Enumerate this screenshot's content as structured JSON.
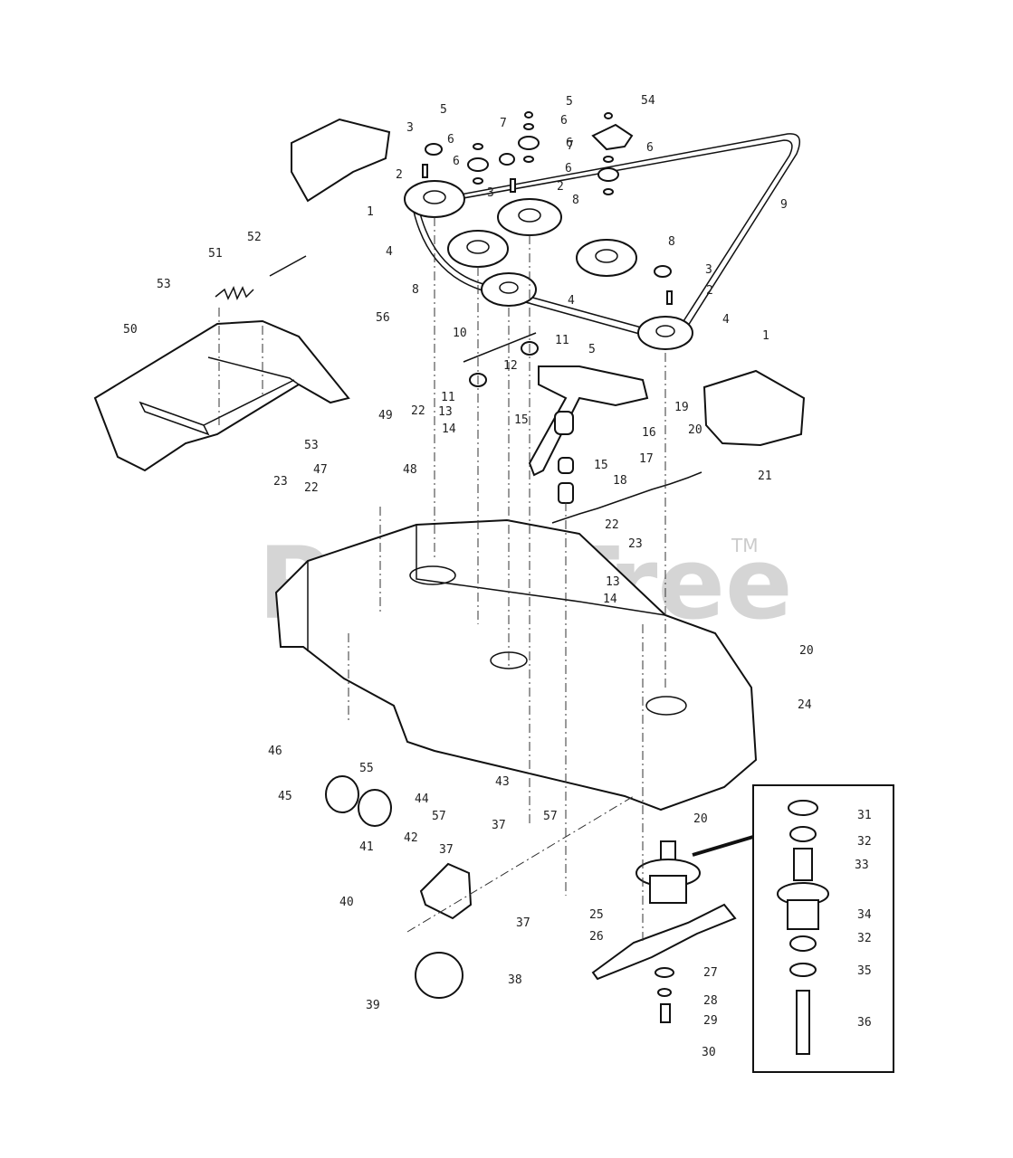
{
  "watermark": {
    "text": "PartsTree",
    "trademark": "TM"
  },
  "callouts": [
    {
      "n": "1"
    },
    {
      "n": "1"
    },
    {
      "n": "2"
    },
    {
      "n": "2"
    },
    {
      "n": "2"
    },
    {
      "n": "3"
    },
    {
      "n": "3"
    },
    {
      "n": "3"
    },
    {
      "n": "4"
    },
    {
      "n": "4"
    },
    {
      "n": "4"
    },
    {
      "n": "5"
    },
    {
      "n": "5"
    },
    {
      "n": "5"
    },
    {
      "n": "6"
    },
    {
      "n": "6"
    },
    {
      "n": "6"
    },
    {
      "n": "6"
    },
    {
      "n": "6"
    },
    {
      "n": "6"
    },
    {
      "n": "7"
    },
    {
      "n": "7"
    },
    {
      "n": "8"
    },
    {
      "n": "8"
    },
    {
      "n": "8"
    },
    {
      "n": "9"
    },
    {
      "n": "10"
    },
    {
      "n": "11"
    },
    {
      "n": "11"
    },
    {
      "n": "12"
    },
    {
      "n": "13"
    },
    {
      "n": "13"
    },
    {
      "n": "14"
    },
    {
      "n": "14"
    },
    {
      "n": "15"
    },
    {
      "n": "15"
    },
    {
      "n": "16"
    },
    {
      "n": "17"
    },
    {
      "n": "18"
    },
    {
      "n": "19"
    },
    {
      "n": "20"
    },
    {
      "n": "20"
    },
    {
      "n": "20"
    },
    {
      "n": "21"
    },
    {
      "n": "22"
    },
    {
      "n": "22"
    },
    {
      "n": "22"
    },
    {
      "n": "23"
    },
    {
      "n": "23"
    },
    {
      "n": "24"
    },
    {
      "n": "25"
    },
    {
      "n": "26"
    },
    {
      "n": "27"
    },
    {
      "n": "28"
    },
    {
      "n": "29"
    },
    {
      "n": "30"
    },
    {
      "n": "31"
    },
    {
      "n": "32"
    },
    {
      "n": "32"
    },
    {
      "n": "33"
    },
    {
      "n": "34"
    },
    {
      "n": "35"
    },
    {
      "n": "36"
    },
    {
      "n": "37"
    },
    {
      "n": "37"
    },
    {
      "n": "37"
    },
    {
      "n": "38"
    },
    {
      "n": "39"
    },
    {
      "n": "40"
    },
    {
      "n": "41"
    },
    {
      "n": "42"
    },
    {
      "n": "43"
    },
    {
      "n": "44"
    },
    {
      "n": "45"
    },
    {
      "n": "46"
    },
    {
      "n": "47"
    },
    {
      "n": "48"
    },
    {
      "n": "49"
    },
    {
      "n": "50"
    },
    {
      "n": "51"
    },
    {
      "n": "52"
    },
    {
      "n": "53"
    },
    {
      "n": "53"
    },
    {
      "n": "54"
    },
    {
      "n": "55"
    },
    {
      "n": "56"
    },
    {
      "n": "57"
    },
    {
      "n": "57"
    }
  ]
}
